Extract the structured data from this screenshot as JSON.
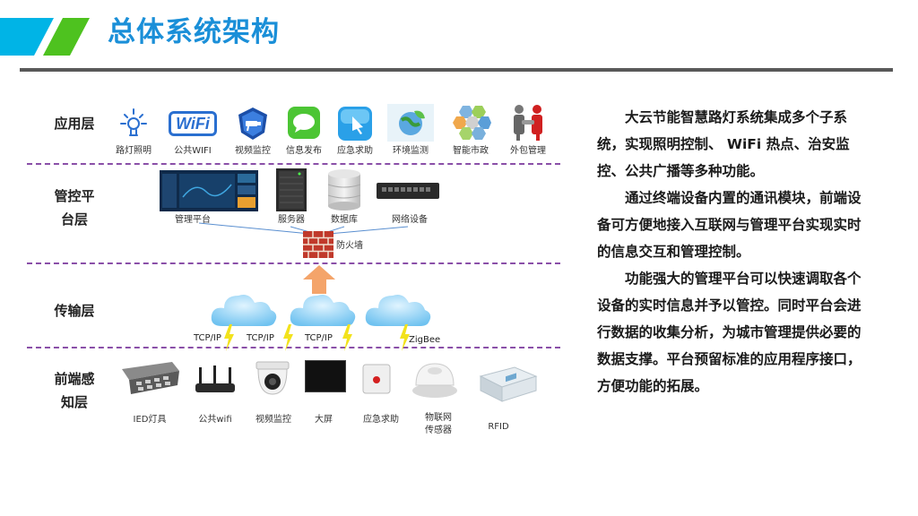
{
  "title": "总体系统架构",
  "colors": {
    "accent_blue": "#1a8fd8",
    "accent_green": "#4ec21f",
    "cyan": "#00b4e6",
    "dash_purple": "#8a4fa8",
    "rule_gray": "#595959"
  },
  "layers": {
    "app": "应用层",
    "mgmt_line1": "管控平",
    "mgmt_line2": "台层",
    "trans": "传输层",
    "front_line1": "前端感",
    "front_line2": "知层"
  },
  "app_items": [
    {
      "label": "路灯照明",
      "icon": "street-light-icon"
    },
    {
      "label": "公共WIFI",
      "icon": "wifi-logo-icon",
      "logo_text": "WiFi"
    },
    {
      "label": "视频监控",
      "icon": "surveillance-badge-icon"
    },
    {
      "label": "信息发布",
      "icon": "message-bubble-icon"
    },
    {
      "label": "应急求助",
      "icon": "emergency-touch-icon"
    },
    {
      "label": "环境监测",
      "icon": "environment-globe-icon"
    },
    {
      "label": "智能市政",
      "icon": "municipal-hexagon-icon"
    },
    {
      "label": "外包管理",
      "icon": "handshake-icon"
    }
  ],
  "mgmt_items": [
    {
      "label": "管理平台",
      "icon": "dashboard-screen-icon"
    },
    {
      "label": "服务器",
      "icon": "server-rack-icon"
    },
    {
      "label": "数据库",
      "icon": "database-icon"
    },
    {
      "label": "网络设备",
      "icon": "network-switch-icon"
    },
    {
      "label": "防火墙",
      "icon": "firewall-icon"
    }
  ],
  "protocols": [
    "TCP/IP",
    "TCP/IP",
    "TCP/IP",
    "ZigBee"
  ],
  "front_items": [
    {
      "label": "IED灯具",
      "icon": "led-lamp-icon"
    },
    {
      "label": "公共wifi",
      "icon": "wifi-router-icon"
    },
    {
      "label": "视频监控",
      "icon": "dome-camera-icon"
    },
    {
      "label": "大屏",
      "icon": "display-screen-icon"
    },
    {
      "label": "应急求助",
      "icon": "emergency-button-icon"
    },
    {
      "label_line1": "物联网",
      "label_line2": "传感器",
      "icon": "iot-sensor-icon"
    },
    {
      "label": "RFID",
      "icon": "rfid-reader-icon"
    }
  ],
  "paragraphs": [
    "大云节能智慧路灯系统集成多个子系统，实现照明控制、 WiFi 热点、治安监控、公共广播等多种功能。",
    "通过终端设备内置的通讯模块，前端设备可方便地接入互联网与管理平台实现实时的信息交互和管理控制。",
    "功能强大的管理平台可以快速调取各个设备的实时信息并予以管控。同时平台会进行数据的收集分析，为城市管理提供必要的数据支撑。平台预留标准的应用程序接口，方便功能的拓展。"
  ]
}
